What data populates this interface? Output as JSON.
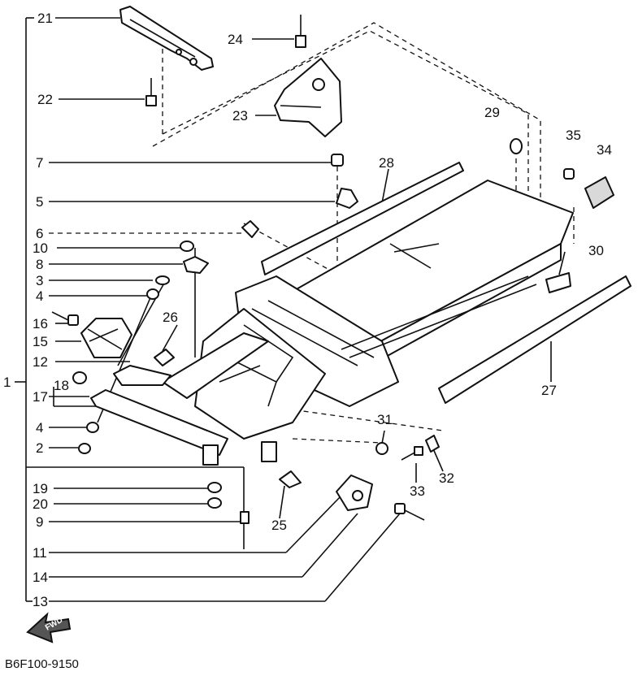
{
  "diagram": {
    "code": "B6F100-9150",
    "fwd": "FWD",
    "labels": {
      "p1": "1",
      "p2": "2",
      "p3": "3",
      "p4a": "4",
      "p4b": "4",
      "p5": "5",
      "p6": "6",
      "p7": "7",
      "p8": "8",
      "p9": "9",
      "p10": "10",
      "p11": "11",
      "p12": "12",
      "p13": "13",
      "p14": "14",
      "p15": "15",
      "p16": "16",
      "p17": "17",
      "p18": "18",
      "p19": "19",
      "p20": "20",
      "p21": "21",
      "p22": "22",
      "p23": "23",
      "p24": "24",
      "p25": "25",
      "p26": "26",
      "p27": "27",
      "p28": "28",
      "p29": "29",
      "p30": "30",
      "p31": "31",
      "p32": "32",
      "p33": "33",
      "p34": "34",
      "p35": "35"
    }
  }
}
